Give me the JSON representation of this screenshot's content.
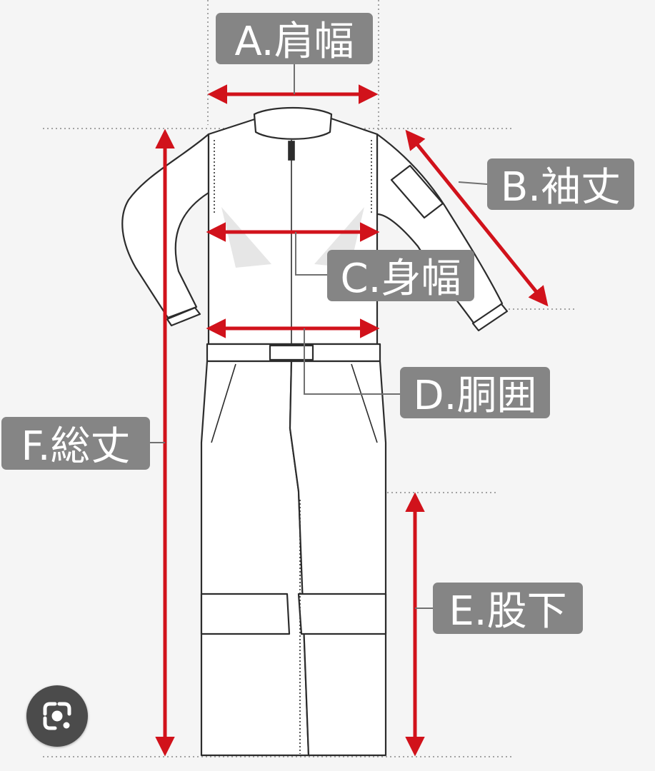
{
  "labels": {
    "a": "A.肩幅",
    "b": "B.袖丈",
    "c": "C.身幅",
    "d": "D.胴囲",
    "e": "E.股下",
    "f": "F.総丈"
  },
  "icons": {
    "lens": "google-lens-icon"
  },
  "colors": {
    "arrow": "#d1121b",
    "label_bg": "#858585",
    "label_text": "#ffffff",
    "garment_line": "#2c2c2c",
    "background": "#f5f5f5"
  }
}
